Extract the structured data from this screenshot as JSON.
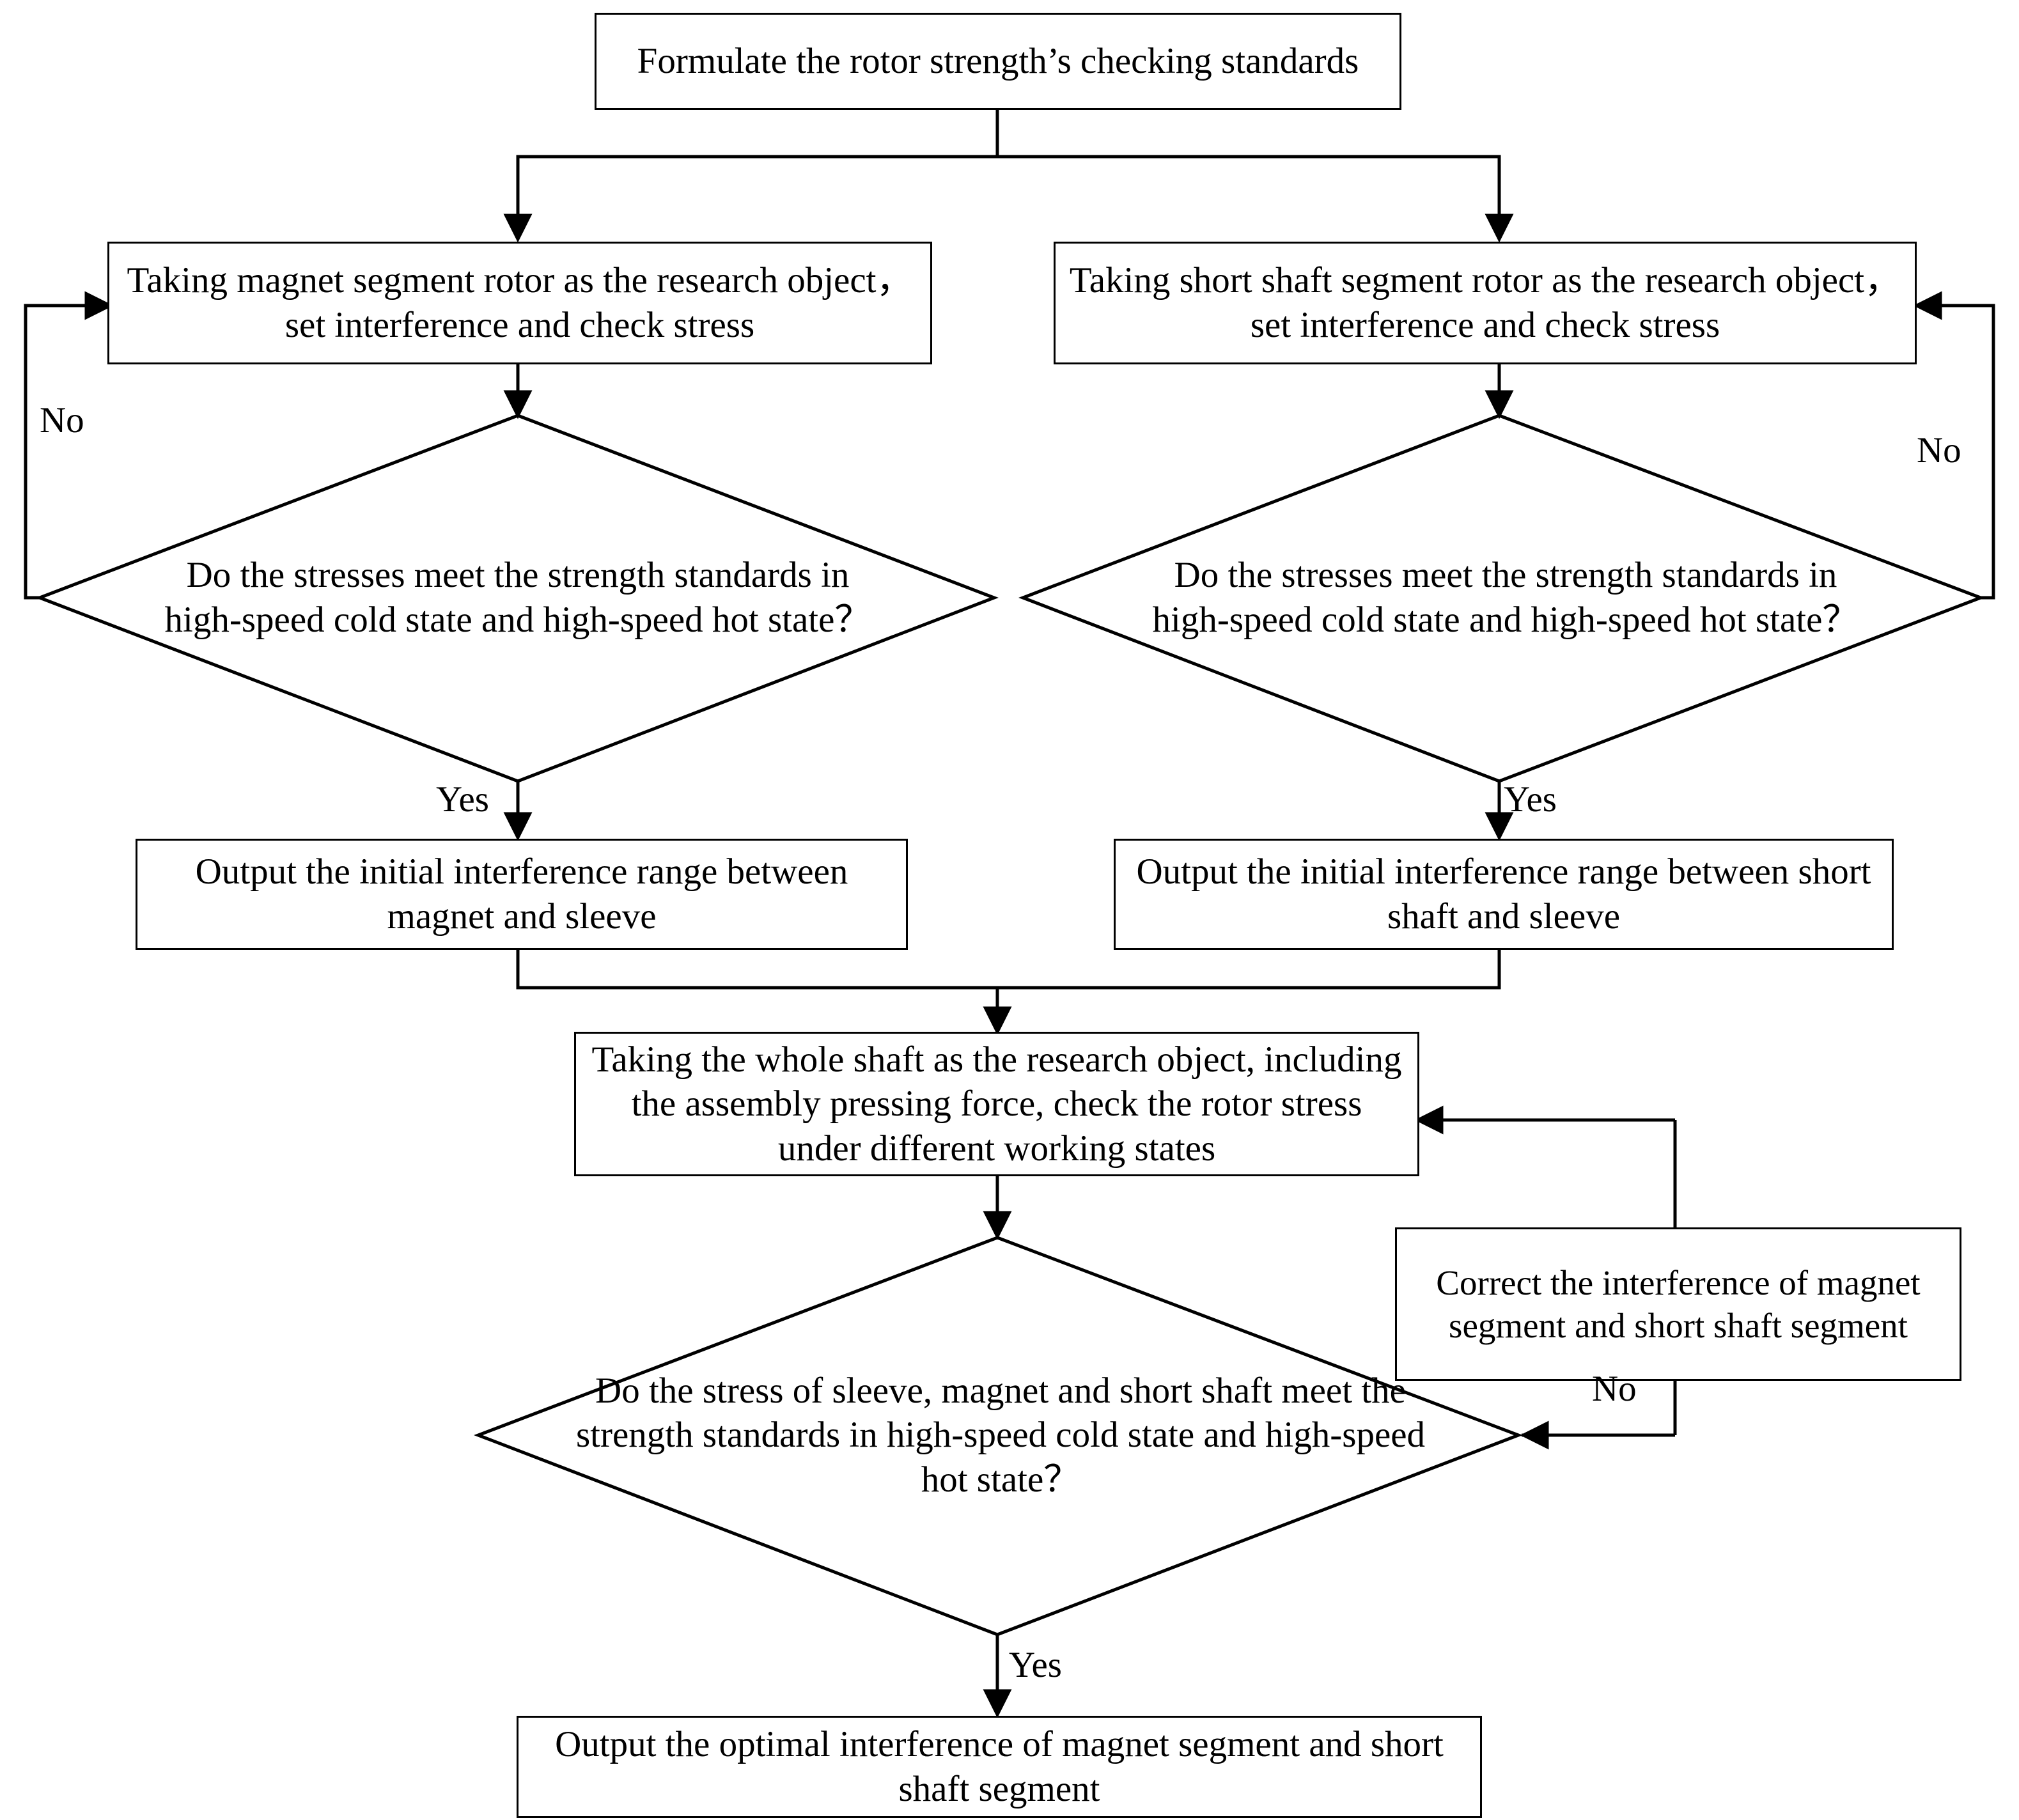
{
  "diagram": {
    "title": "Rotor strength checking and interference optimization flowchart",
    "type": "flowchart",
    "background_color": "#ffffff",
    "line_color": "#000000",
    "text_color": "#000000"
  },
  "nodes": {
    "start": {
      "shape": "process",
      "text": "Formulate the rotor strength’s checking standards"
    },
    "left_process": {
      "shape": "process",
      "text": "Taking magnet segment rotor as the research object， set interference and check stress"
    },
    "right_process": {
      "shape": "process",
      "text": "Taking short shaft segment rotor as the research object， set interference and check stress"
    },
    "left_decision": {
      "shape": "decision",
      "text": "Do the stresses meet the strength standards in high-speed cold state and high-speed  hot state？"
    },
    "right_decision": {
      "shape": "decision",
      "text": "Do the stresses meet the strength standards in high-speed cold state and high-speed hot state？"
    },
    "left_output": {
      "shape": "process",
      "text": "Output the initial interference range between magnet and sleeve"
    },
    "right_output": {
      "shape": "process",
      "text": "Output the initial interference range between short shaft and sleeve"
    },
    "whole_shaft": {
      "shape": "process",
      "text": "Taking the whole shaft as the research object, including the assembly pressing force, check the rotor stress under different working states"
    },
    "correct": {
      "shape": "process",
      "text": "Correct the interference of magnet segment and short shaft segment"
    },
    "final_decision": {
      "shape": "decision",
      "text": "Do the stress of sleeve, magnet and short shaft meet the strength standards in high-speed cold state and high-speed hot state？"
    },
    "final_output": {
      "shape": "process",
      "text": "Output the optimal interference of magnet segment and short shaft segment"
    }
  },
  "edge_labels": {
    "left_no": "No",
    "right_no": "No",
    "left_yes": "Yes",
    "right_yes": "Yes",
    "final_no": "No",
    "final_yes": "Yes"
  }
}
